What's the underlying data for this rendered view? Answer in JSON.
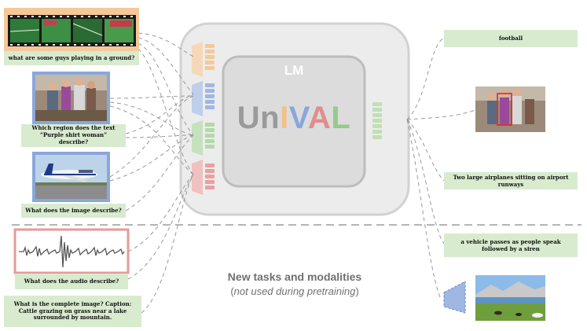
{
  "model": {
    "lm_label": "LM",
    "name_letters": [
      {
        "char": "U",
        "color": "#9a9a9a"
      },
      {
        "char": "n",
        "color": "#9a9a9a"
      },
      {
        "char": "I",
        "color": "#f5bf85"
      },
      {
        "char": "V",
        "color": "#8aa7dc"
      },
      {
        "char": "A",
        "color": "#e08d8d"
      },
      {
        "char": "L",
        "color": "#97c98b"
      }
    ]
  },
  "inputs": {
    "q1": "what are some guys playing in a ground?",
    "q2": "Which region does the text “Purple shirt woman” describe?",
    "q3": "What does the image describe?",
    "q4": "What does the audio describe?",
    "q5": "What is the complete image? Caption: Cattle grazing on grass near a lake surrounded by mountain."
  },
  "outputs": {
    "a1": "football",
    "a3": "Two large airplanes  sitting on airport runways",
    "a4": "a vehicle passes as people speak followed by a siren"
  },
  "new_tasks": {
    "title": "New tasks and modalities",
    "subtitle": "(not used during pretraining)"
  },
  "colors": {
    "video": "#f5bf85",
    "image": "#8aa7dc",
    "text": "#97c98b",
    "audio": "#e08d8d",
    "answer_bg": "#d8ebcf"
  }
}
